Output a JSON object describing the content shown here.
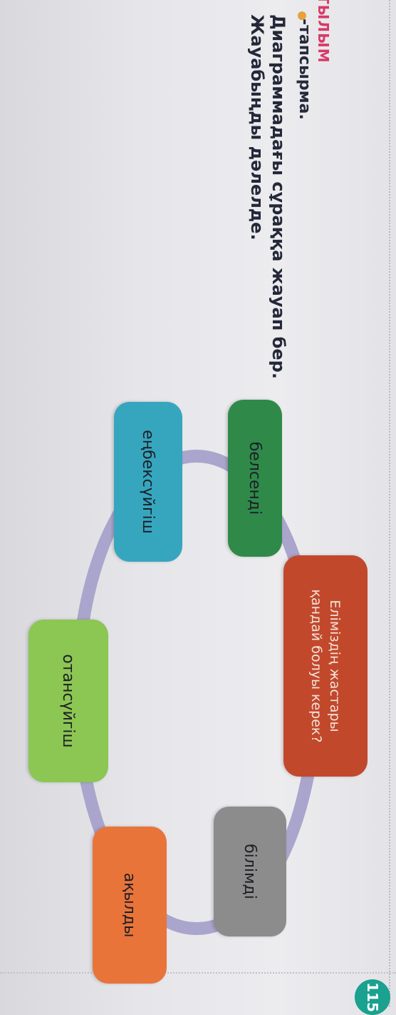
{
  "header": {
    "section": "ТЫЛЫМ",
    "task_label": "-тапсырма.",
    "instruction_line1": "Диаграммадағы сұраққа жауап бер.",
    "instruction_line2": "Жауабыңды дәлелде."
  },
  "diagram": {
    "center": {
      "line1": "Еліміздің жастары",
      "line2": "қандай болуы керек?"
    },
    "nodes": {
      "belsendi": "белсенді",
      "enbeksuigish": "еңбексүйгіш",
      "otansuigish": "отансүйгіш",
      "bilimdi": "білімді",
      "akyldy": "ақылды"
    },
    "colors": {
      "center": "#c2482c",
      "belsendi": "#2f8a4a",
      "enbeksuigish": "#36a6bf",
      "otansuigish": "#8cc653",
      "bilimdi": "#8c8c8c",
      "akyldy": "#e9743a",
      "ring": "#a9a5cc"
    }
  },
  "footer": {
    "page_number": "115"
  }
}
